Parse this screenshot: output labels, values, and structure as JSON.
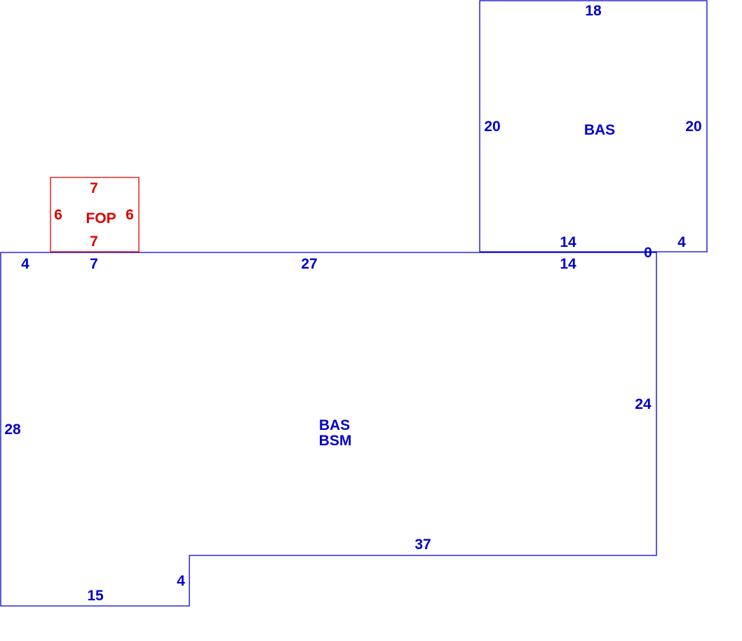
{
  "colors": {
    "blue": "#0000cc",
    "red": "#dd0000"
  },
  "upper_area": {
    "label": "BAS",
    "dims": {
      "top": "18",
      "left": "20",
      "right": "20",
      "bottom_left": "14",
      "bottom_right": "4"
    }
  },
  "porch": {
    "label": "FOP",
    "dims": {
      "top": "7",
      "bottom": "7",
      "left": "6",
      "right": "6"
    }
  },
  "main_area": {
    "label_line1": "BAS",
    "label_line2": "BSM",
    "dims": {
      "top_left": "4",
      "top_porch": "7",
      "top_middle": "27",
      "top_right": "14",
      "corner": "0",
      "right": "24",
      "bottom_step": "37",
      "step_vertical": "4",
      "bottom": "15",
      "left": "28"
    }
  }
}
